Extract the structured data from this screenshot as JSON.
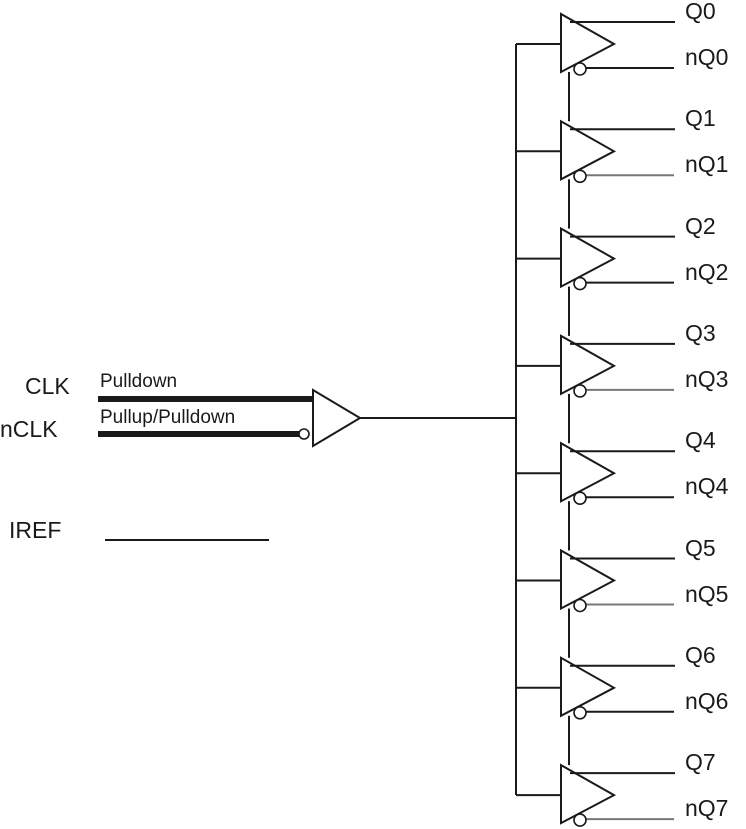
{
  "diagram": {
    "inputs": {
      "clk": {
        "label": "CLK",
        "bias": "Pulldown"
      },
      "nclk": {
        "label": "nCLK",
        "bias": "Pullup/Pulldown"
      },
      "iref": {
        "label": "IREF"
      }
    },
    "outputs": [
      {
        "q": "Q0",
        "nq": "nQ0"
      },
      {
        "q": "Q1",
        "nq": "nQ1"
      },
      {
        "q": "Q2",
        "nq": "nQ2"
      },
      {
        "q": "Q3",
        "nq": "nQ3"
      },
      {
        "q": "Q4",
        "nq": "nQ4"
      },
      {
        "q": "Q5",
        "nq": "nQ5"
      },
      {
        "q": "Q6",
        "nq": "nQ6"
      },
      {
        "q": "Q7",
        "nq": "nQ7"
      }
    ],
    "colors": {
      "line": "#1a1a1a",
      "grey_line": "#777777",
      "background": "#ffffff"
    }
  }
}
